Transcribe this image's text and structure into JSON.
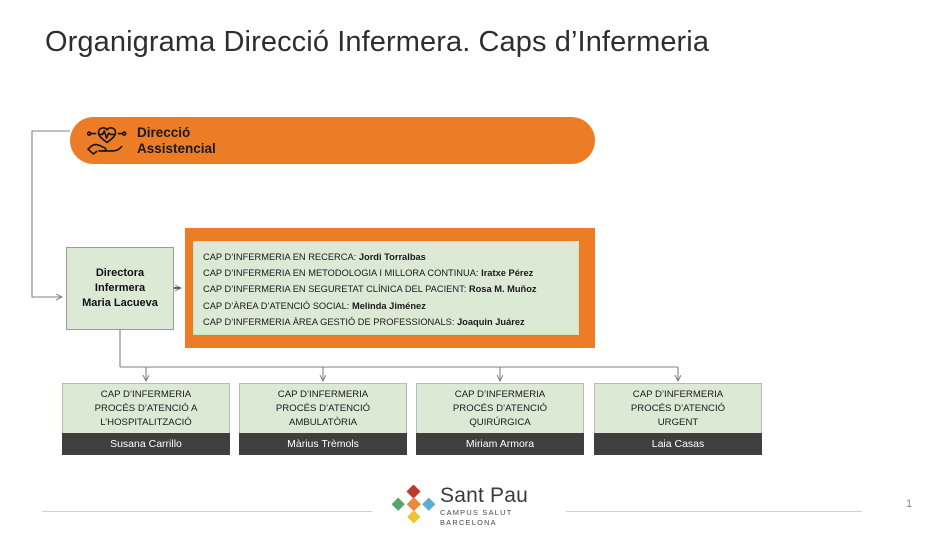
{
  "slide": {
    "title": "Organigrama Direcció Infermera. Caps d’Infermeria",
    "page_number": "1"
  },
  "direccio": {
    "line1": "Direcció",
    "line2": "Assistencial",
    "icon": "heart-pulse-in-hand-icon",
    "color": "#EC7D26"
  },
  "directora": {
    "line1": "Directora",
    "line2": "Infermera",
    "line3": "Maria Lacueva",
    "color": "#DCE9D5"
  },
  "caps_panel": {
    "frame_color": "#EC7D26",
    "inner_color": "#DCE9D5",
    "items": [
      {
        "role": "CAP D’INFERMERIA EN RECERCA: ",
        "person": "Jordi Torralbas"
      },
      {
        "role": "CAP D’INFERMERIA EN METODOLOGIA I MILLORA CONTINUA: ",
        "person": "Iratxe Pérez"
      },
      {
        "role": "CAP D’INFERMERIA EN SEGURETAT CLÍNICA DEL PACIENT: ",
        "person": "Rosa M. Muñoz"
      },
      {
        "role": "CAP D’ÀREA D’ATENCIÓ SOCIAL: ",
        "person": "Melinda Jiménez"
      },
      {
        "role": "CAP D’INFERMERIA ÀREA GESTIÓ DE PROFESSIONALS: ",
        "person": "Joaquin Juárez"
      }
    ]
  },
  "process_units": [
    {
      "line1": "CAP D’INFERMERIA",
      "line2": "PROCÉS D’ATENCIÓ A",
      "line3": "L’HOSPITALITZACIÓ",
      "person": "Susana Carrillo"
    },
    {
      "line1": "CAP D’INFERMERIA",
      "line2": "PROCÉS  D’ATENCIÓ",
      "line3": "AMBULATÒRIA",
      "person": "Màrius Trèmols"
    },
    {
      "line1": "CAP D’INFERMERIA",
      "line2": "PROCÉS D’ATENCIÓ",
      "line3": "QUIRÚRGICA",
      "person": "Miriam Armora"
    },
    {
      "line1": "CAP D’INFERMERIA",
      "line2": "PROCÉS D’ATENCIÓ",
      "line3": "URGENT",
      "person": "Laia Casas"
    }
  ],
  "logo": {
    "name": "Sant Pau",
    "subtitle": "CAMPUS SALUT BARCELONA",
    "diamond_colors": {
      "top": "#C0392B",
      "left": "#5AA469",
      "center": "#E8893C",
      "right": "#5BAFD0",
      "bottom": "#F2C12E"
    }
  }
}
